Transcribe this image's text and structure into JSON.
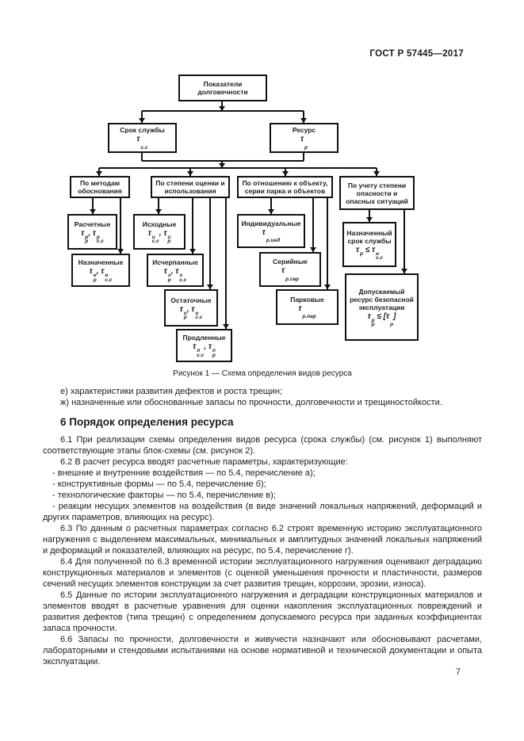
{
  "header": {
    "doc_code": "ГОСТ Р 57445—2017"
  },
  "figure": {
    "caption": "Рисунок 1 — Схема определения видов ресурса",
    "boxes": {
      "root": {
        "label": "Показатели долговечности",
        "formula": []
      },
      "service_life": {
        "label": "Срок службы",
        "formula": [
          {
            "v": "τ",
            "sub": "с.с"
          }
        ]
      },
      "resource": {
        "label": "Ресурс",
        "formula": [
          {
            "v": "τ",
            "sub": "р"
          }
        ]
      },
      "by_methods": {
        "label": "По методам обоснования",
        "formula": []
      },
      "by_degree": {
        "label": "По степени оценки и использования",
        "formula": []
      },
      "by_relation": {
        "label": "По отношению к объекту, серии парка и объектов",
        "formula": []
      },
      "by_hazard": {
        "label": "По учету степени опасности и опасных ситуаций",
        "formula": []
      },
      "calculated": {
        "label": "Расчетные",
        "formula": [
          {
            "v": "τ",
            "sup": "р",
            "sub": "р"
          },
          {
            "v": ", "
          },
          {
            "v": "τ",
            "sup": "р",
            "sub": "с.с"
          }
        ]
      },
      "assigned": {
        "label": "Назначенные",
        "formula": [
          {
            "v": "τ",
            "sup": "н",
            "sub": "р"
          },
          {
            "v": ", "
          },
          {
            "v": "τ",
            "sup": "н",
            "sub": "с.с"
          }
        ]
      },
      "initial": {
        "label": "Исходные",
        "formula": [
          {
            "v": "τ",
            "sup": "и",
            "sub": "с.с"
          },
          {
            "v": ", "
          },
          {
            "v": "τ",
            "sup": "и",
            "sub": "р"
          }
        ]
      },
      "exhausted": {
        "label": "Исчерпанные",
        "formula": [
          {
            "v": "τ",
            "sup": "э",
            "sub": "р"
          },
          {
            "v": ", "
          },
          {
            "v": "τ",
            "sup": "э",
            "sub": "с.с"
          }
        ]
      },
      "residual": {
        "label": "Остаточные",
        "formula": [
          {
            "v": "τ",
            "sup": "о",
            "sub": "р"
          },
          {
            "v": ", "
          },
          {
            "v": "τ",
            "sup": "о",
            "sub": "с.с"
          }
        ]
      },
      "extended": {
        "label": "Продленные",
        "formula": [
          {
            "v": "τ",
            "sup": "п",
            "sub": "с.с"
          },
          {
            "v": ", "
          },
          {
            "v": "τ",
            "sup": "п",
            "sub": "р"
          }
        ]
      },
      "individual": {
        "label": "Индивидуальные",
        "formula": [
          {
            "v": "τ",
            "sub": "р.инд"
          }
        ]
      },
      "serial": {
        "label": "Серийные",
        "formula": [
          {
            "v": "τ",
            "sub": "р.сер"
          }
        ]
      },
      "fleet": {
        "label": "Парковые",
        "formula": [
          {
            "v": "τ",
            "sub": "р.пар"
          }
        ]
      },
      "assigned_service_life": {
        "label": "Назначенный срок службы",
        "formula": [
          {
            "v": "τ",
            "sup": "р"
          },
          {
            "v": " ≤ "
          },
          {
            "v": "τ",
            "sup": "н",
            "sub": "с.с"
          }
        ]
      },
      "allowable_resource": {
        "label": "Допускаемый ресурс безопасной эксплуатации",
        "formula": [
          {
            "v": "τ",
            "sup": "р",
            "sub": "р"
          },
          {
            "v": " ≤ ["
          },
          {
            "v": "τ",
            "sub": "р"
          },
          {
            "v": "]"
          }
        ]
      }
    }
  },
  "list_items": [
    "е) характеристики развития дефектов и роста трещин;",
    "ж) назначенные или обоснованные запасы по прочности, долговечности и трещиностойкости."
  ],
  "section": {
    "heading": "6 Порядок определения ресурса",
    "paragraphs": {
      "p61": "6.1 При реализации схемы определения видов ресурса (срока службы) (см. рисунок 1) выполняют соответствующие этапы блок-схемы (см. рисунок 2).",
      "p62": "6.2 В расчет ресурса вводят расчетные параметры, характеризующие:",
      "bullets": [
        "- внешние и внутренние воздействия — по 5.4, перечисление а);",
        "- конструктивные формы — по 5.4, перечисление б);",
        "- технологические факторы — по 5.4, перечисление в);",
        "- реакции несущих элементов на воздействия (в виде значений локальных напряжений, деформаций и других параметров, влияющих на ресурс)."
      ],
      "p63": "6.3 По данным о расчетных параметрах согласно 6.2 строят временную историю эксплуатационного нагружения с выделением максимальных, минимальных и амплитудных значений локальных напряжений и деформаций и показателей, влияющих на ресурс, по 5.4, перечисление г).",
      "p64": "6.4 Для полученной по 6.3 временной истории эксплуатационного нагружения оценивают деградацию конструкционных материалов и элементов (с оценкой уменьшения прочности и пластичности, размеров сечений несущих элементов конструкции за счет развития трещин, коррозии, эрозии, износа).",
      "p65": "6.5 Данные по истории эксплуатационного нагружения и деградации конструкционных материалов и элементов вводят в расчетные уравнения для оценки накопления эксплуатационных повреждений и развития дефектов (типа трещин) с определением допускаемого ресурса при заданных коэффициентах запаса прочности.",
      "p66": "6.6 Запасы по прочности, долговечности и живучести назначают или обосновывают расчетами, лабораторными и стендовыми испытаниями на основе нормативной и технической документации и опыта эксплуатации."
    }
  },
  "page_number": "7"
}
